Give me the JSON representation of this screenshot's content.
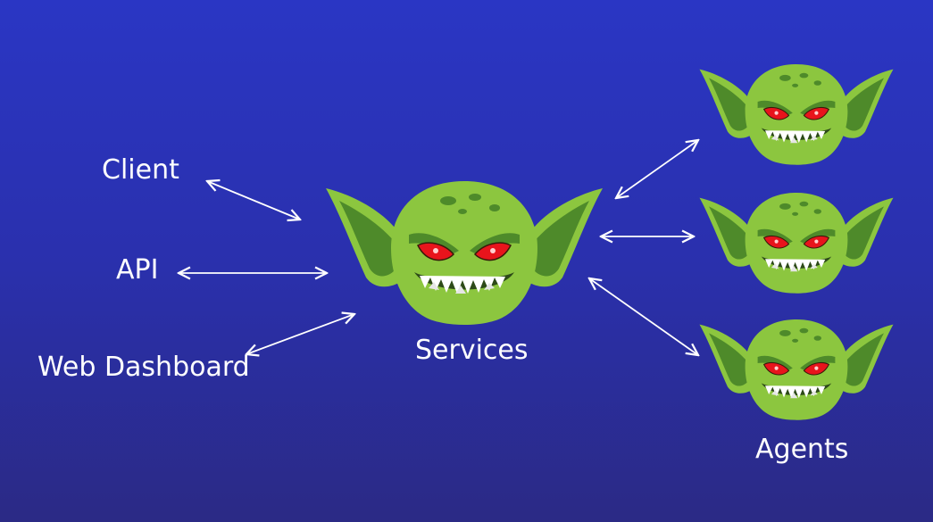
{
  "left_nodes": [
    {
      "id": "client",
      "label": "Client"
    },
    {
      "id": "api",
      "label": "API"
    },
    {
      "id": "web-dashboard",
      "label": "Web Dashboard"
    }
  ],
  "center_node": {
    "label": "Services",
    "icon": "gremlin-icon"
  },
  "agents": {
    "label": "Agents",
    "count": 3,
    "icon": "gremlin-icon"
  },
  "colors": {
    "background_top": "#2a36c4",
    "background_bottom": "#2b2a85",
    "gremlin_skin": "#8cc63f",
    "gremlin_dark": "#4e8a2a",
    "gremlin_eye": "#e8141c",
    "text": "#ffffff",
    "arrow": "#ffffff"
  }
}
